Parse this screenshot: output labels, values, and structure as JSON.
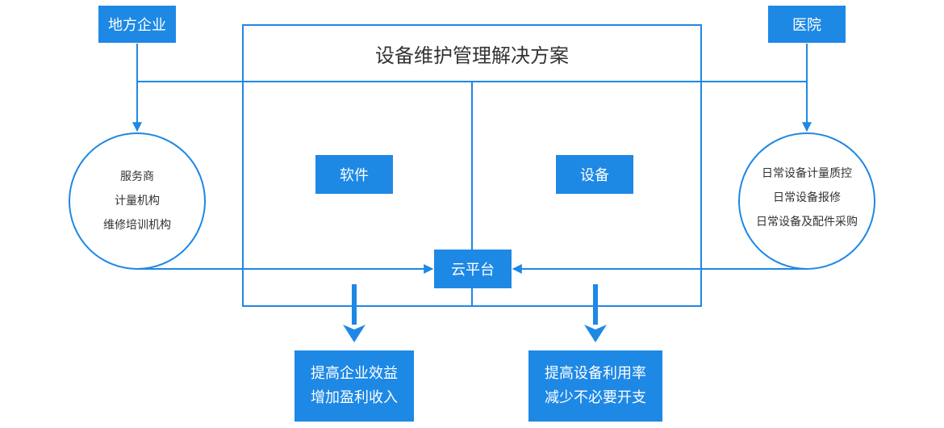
{
  "colors": {
    "accent": "#1e88e5",
    "text": "#333333",
    "background": "#ffffff"
  },
  "labels": {
    "local_enterprise": "地方企业",
    "hospital": "医院",
    "title": "设备维护管理解决方案",
    "software": "软件",
    "equipment": "设备",
    "cloud_platform": "云平台"
  },
  "left_circle": {
    "items": [
      "服务商",
      "计量机构",
      "维修培训机构"
    ]
  },
  "right_circle": {
    "items": [
      "日常设备计量质控",
      "日常设备报修",
      "日常设备及配件采购"
    ]
  },
  "outcomes": {
    "left": [
      "提高企业效益",
      "增加盈利收入"
    ],
    "right": [
      "提高设备利用率",
      "减少不必要开支"
    ]
  }
}
